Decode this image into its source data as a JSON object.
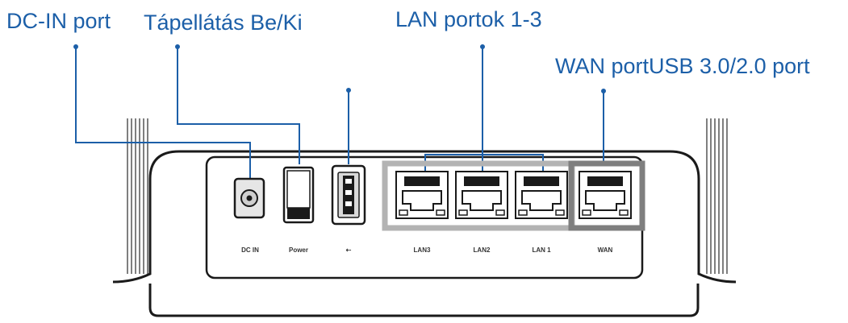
{
  "colors": {
    "callout": "#1c5fa8",
    "outline": "#1a1a1a",
    "lan_frame": "#b3b3b3",
    "wan_frame": "#7f7f7f"
  },
  "callouts": {
    "dc_in": "DC-IN port",
    "power": "Tápellátás Be/Ki",
    "lan": "LAN portok 1-3",
    "wan_usb": "WAN portUSB 3.0/2.0 port"
  },
  "ports": {
    "dc_in": "DC IN",
    "power": "Power",
    "usb": "⇠",
    "lan3": "LAN3",
    "lan2": "LAN2",
    "lan1": "LAN 1",
    "wan": "WAN"
  }
}
